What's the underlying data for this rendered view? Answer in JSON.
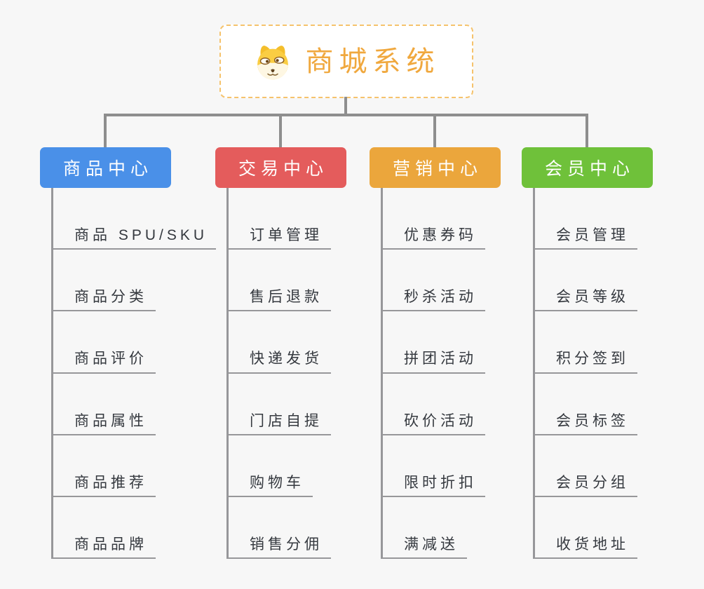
{
  "root": {
    "title": "商城系统",
    "icon": "dog-face-icon",
    "accent_color": "#f0a83e",
    "border_color": "#f5c36d"
  },
  "branches": [
    {
      "label": "商品中心",
      "color": "#4a90e8",
      "children": [
        "商品 SPU/SKU",
        "商品分类",
        "商品评价",
        "商品属性",
        "商品推荐",
        "商品品牌"
      ]
    },
    {
      "label": "交易中心",
      "color": "#e45c5c",
      "children": [
        "订单管理",
        "售后退款",
        "快递发货",
        "门店自提",
        "购物车",
        "销售分佣"
      ]
    },
    {
      "label": "营销中心",
      "color": "#eba63c",
      "children": [
        "优惠券码",
        "秒杀活动",
        "拼团活动",
        "砍价活动",
        "限时折扣",
        "满减送"
      ]
    },
    {
      "label": "会员中心",
      "color": "#6fc13a",
      "children": [
        "会员管理",
        "会员等级",
        "积分签到",
        "会员标签",
        "会员分组",
        "收货地址"
      ]
    }
  ],
  "connector_color": "#8e8e8e",
  "leaf_line_color": "#97979a"
}
